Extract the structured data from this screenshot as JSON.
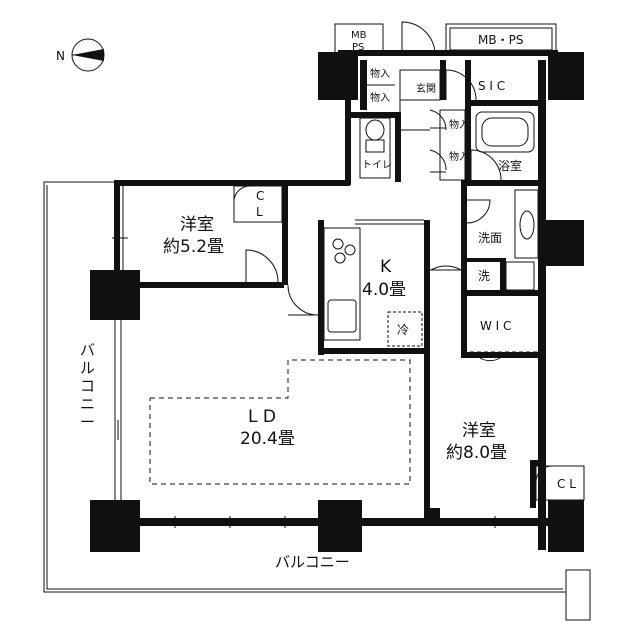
{
  "labels": {
    "mbps_top": "MB",
    "mbps_bottom": "PS",
    "mbps_right": "MB・PS",
    "sic": "S I C",
    "genkan": "玄関",
    "storage": "物入",
    "toilet": "トイレ",
    "bath": "浴室",
    "washroom": "洗面",
    "washer": "洗",
    "wic": "W I C",
    "kitchen_name": "K",
    "kitchen_size": "4.0畳",
    "fridge": "冷",
    "ld_name": "L D",
    "ld_size": "20.4畳",
    "west_room_name": "洋室",
    "west_room_size": "約5.2畳",
    "east_room_name": "洋室",
    "east_room_size": "約8.0畳",
    "cl_c": "C",
    "cl_l": "L",
    "cl_row": "C L",
    "balcony": "バルコニー",
    "balcony_vertical": [
      "バ",
      "ル",
      "コ",
      "ニ",
      "ー"
    ],
    "compass": "N"
  },
  "colors": {
    "wall": "#111111",
    "background": "#ffffff"
  }
}
